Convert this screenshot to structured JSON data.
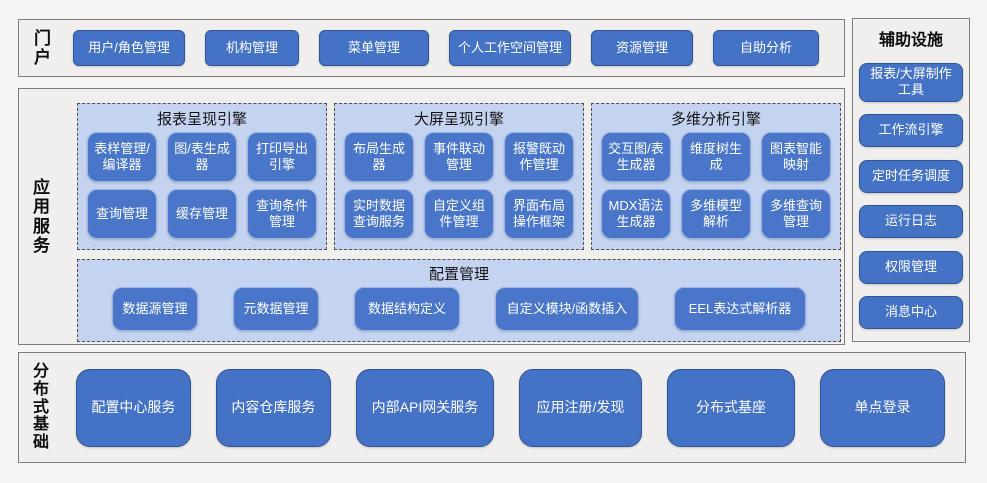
{
  "colors": {
    "accent_blue": "#4472C4",
    "inner_button_blue": "#4976C8",
    "button_border_dark": "#2F5597",
    "button_border_light": "#9AB3E2",
    "engine_container_bg": "#C4D3F0",
    "panel_bg": "#F0EFED",
    "panel_border": "#7C7C7C",
    "page_bg": "#F5F4F2",
    "button_text": "#FFFFFF"
  },
  "portal": {
    "label": "门户",
    "buttons": [
      "用户/角色管理",
      "机构管理",
      "菜单管理",
      "个人工作空间管理",
      "资源管理",
      "自助分析"
    ]
  },
  "app_services": {
    "label": "应用服务",
    "engines": [
      {
        "title": "报表呈现引擎",
        "buttons": [
          "表样管理/编译器",
          "图/表生成器",
          "打印导出引擎",
          "查询管理",
          "缓存管理",
          "查询条件管理"
        ]
      },
      {
        "title": "大屏呈现引擎",
        "buttons": [
          "布局生成器",
          "事件联动管理",
          "报警既动作管理",
          "实时数据查询服务",
          "自定义组件管理",
          "界面布局操作框架"
        ]
      },
      {
        "title": "多维分析引擎",
        "buttons": [
          "交互图/表生成器",
          "维度树生成",
          "图表智能映射",
          "MDX语法生成器",
          "多维模型解析",
          "多维查询管理"
        ]
      }
    ],
    "config": {
      "title": "配置管理",
      "buttons": [
        "数据源管理",
        "元数据管理",
        "数据结构定义",
        "自定义模块/函数插入",
        "EEL表达式解析器"
      ]
    }
  },
  "aux": {
    "title": "辅助设施",
    "buttons": [
      "报表/大屏制作工具",
      "工作流引擎",
      "定时任务调度",
      "运行日志",
      "权限管理",
      "消息中心"
    ]
  },
  "distributed": {
    "label": "分布式基础",
    "buttons": [
      "配置中心服务",
      "内容仓库服务",
      "内部API网关服务",
      "应用注册/发现",
      "分布式基座",
      "单点登录"
    ]
  }
}
